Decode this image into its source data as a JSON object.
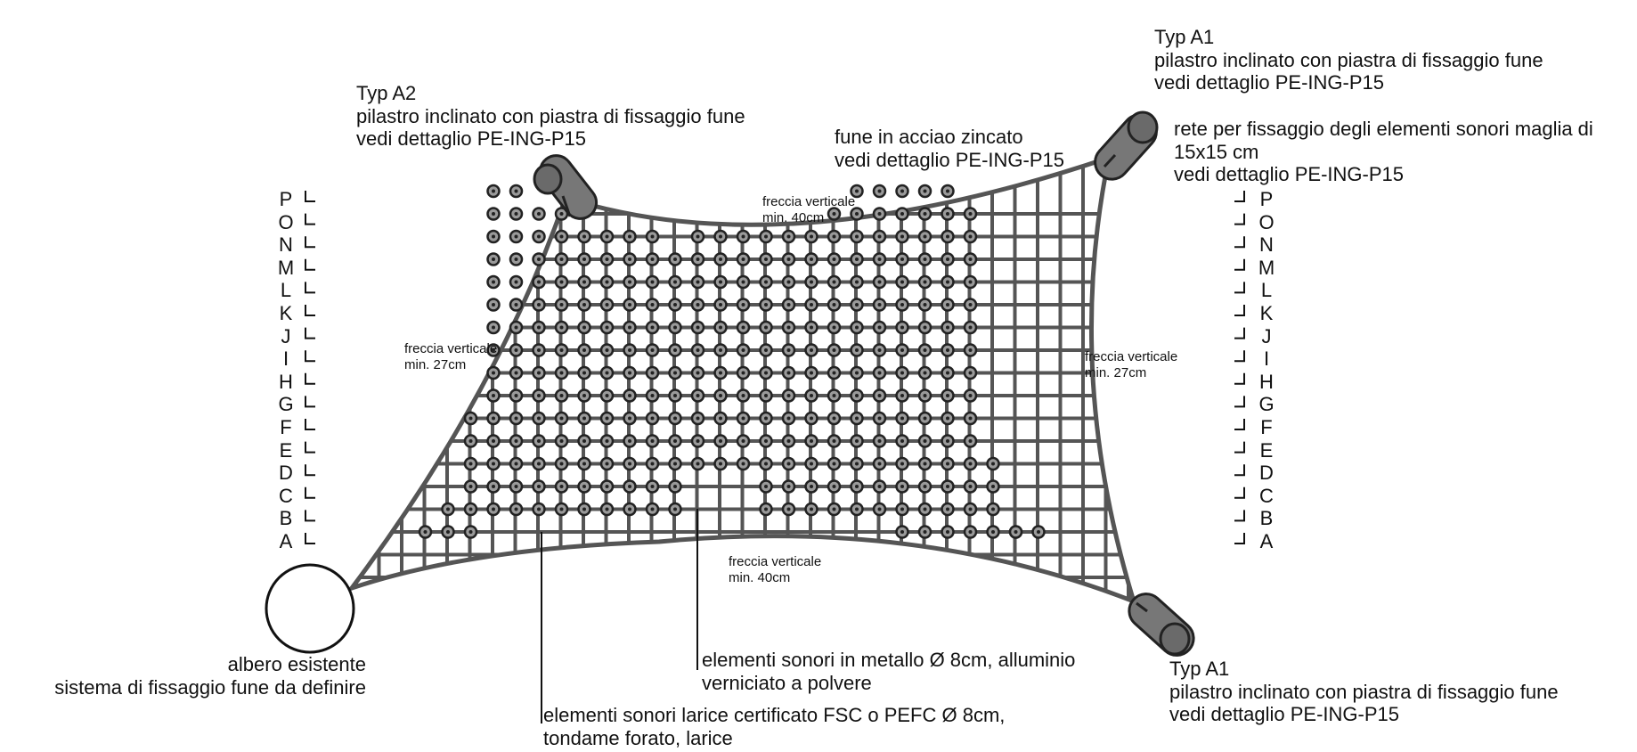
{
  "colors": {
    "net": "#555555",
    "pillar": "#777777",
    "ink": "#111111",
    "sound": "#9a9a9a"
  },
  "rows": [
    "A",
    "B",
    "C",
    "D",
    "E",
    "F",
    "G",
    "H",
    "I",
    "J",
    "K",
    "L",
    "M",
    "N",
    "O",
    "P"
  ],
  "labels": {
    "typ_a2": [
      "Typ A2",
      "pilastro inclinato con piastra di fissaggio fune",
      "vedi dettaglio PE-ING-P15"
    ],
    "typ_a1_top": [
      "Typ A1",
      "pilastro inclinato con piastra di fissaggio fune",
      "vedi dettaglio PE-ING-P15"
    ],
    "fune": [
      "fune in acciao zincato",
      "vedi dettaglio PE-ING-P15"
    ],
    "rete": [
      "rete per fissaggio degli elementi sonori maglia di",
      "15x15 cm",
      "vedi dettaglio PE-ING-P15"
    ],
    "freccia_top": [
      "freccia verticale",
      "min. 40cm"
    ],
    "freccia_left": [
      "freccia verticale",
      "min. 27cm"
    ],
    "freccia_right": [
      "freccia verticale",
      "min. 27cm"
    ],
    "freccia_bottom": [
      "freccia verticale",
      "min. 40cm"
    ],
    "albero": [
      "albero esistente",
      "sistema di fissaggio fune da definire"
    ],
    "metallo": [
      "elementi sonori in metallo Ø 8cm, alluminio",
      "verniciato a polvere"
    ],
    "larice": [
      "elementi sonori larice certificato FSC o PEFC Ø 8cm,",
      "tondame forato, larice"
    ],
    "typ_a1_bottom": [
      "Typ A1",
      "pilastro inclinato con piastra di fissaggio fune",
      "vedi dettaglio PE-ING-P15"
    ]
  }
}
